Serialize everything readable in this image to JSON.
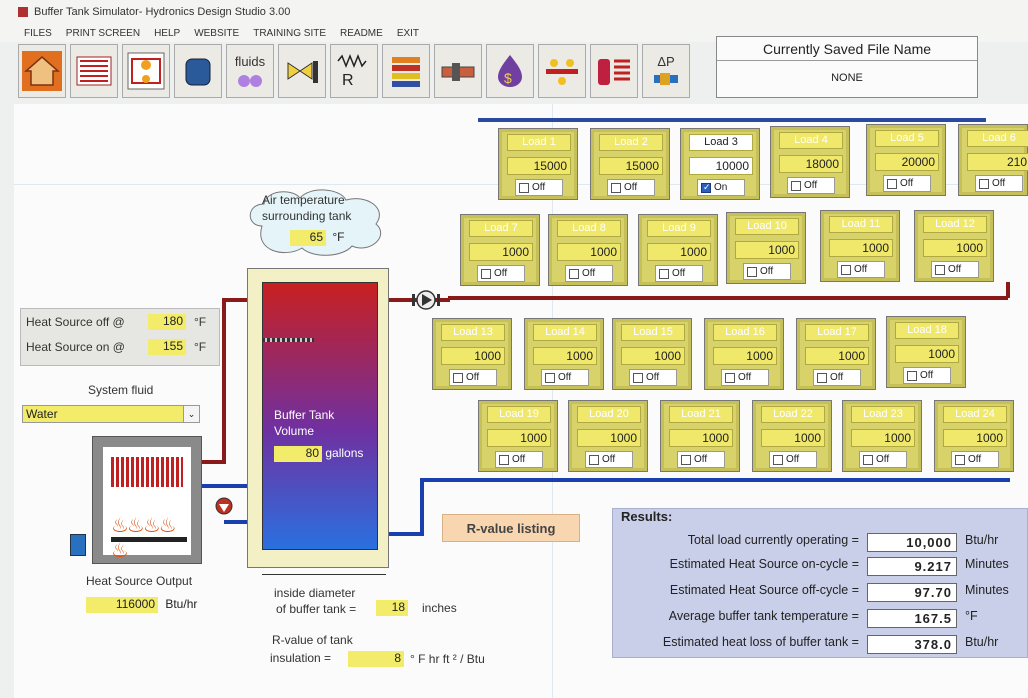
{
  "window": {
    "title": "Buffer Tank Simulator- Hydronics Design Studio 3.00"
  },
  "menu": [
    "FILES",
    "PRINT SCREEN",
    "HELP",
    "WEBSITE",
    "TRAINING SITE",
    "README",
    "EXIT"
  ],
  "toolbar": {
    "buttons": [
      {
        "icon": "house-icon"
      },
      {
        "icon": "radiant-panel-icon"
      },
      {
        "icon": "piping-diagram-icon"
      },
      {
        "icon": "expansion-tank-icon"
      },
      {
        "icon": "fluids-icon",
        "label": "fluids"
      },
      {
        "icon": "valve-length-icon"
      },
      {
        "icon": "resistance-icon"
      },
      {
        "icon": "stacked-layers-icon"
      },
      {
        "icon": "pipe-icon"
      },
      {
        "icon": "cost-icon"
      },
      {
        "icon": "manifold-icon"
      },
      {
        "icon": "tank-grid-icon"
      },
      {
        "icon": "pressure-drop-icon",
        "label": "ΔP"
      }
    ]
  },
  "saved_file": {
    "header": "Currently Saved File Name",
    "value": "NONE"
  },
  "air_temp": {
    "label_line1": "Air temperature",
    "label_line2": "surrounding tank",
    "value": "65",
    "unit": "°F"
  },
  "heat_source": {
    "off_label": "Heat Source off @",
    "off_value": "180",
    "off_unit": "°F",
    "on_label": "Heat Source on @",
    "on_value": "155",
    "on_unit": "°F"
  },
  "system_fluid": {
    "label": "System fluid",
    "value": "Water"
  },
  "tank": {
    "label_line1": "Buffer Tank",
    "label_line2": "Volume",
    "value": "80",
    "unit": "gallons"
  },
  "heat_output": {
    "label": "Heat Source Output",
    "value": "116000",
    "unit": "Btu/hr"
  },
  "diameter": {
    "label_line1": "inside diameter",
    "label_line2": "of buffer tank =",
    "value": "18",
    "unit": "inches"
  },
  "rvalue": {
    "label_line1": "R-value of tank",
    "label_line2": "insulation =",
    "value": "8",
    "unit": "° F hr ft ² / Btu"
  },
  "rvalue_button": "R-value listing",
  "results": {
    "title": "Results:",
    "rows": [
      {
        "label": "Total load currently operating =",
        "value": "10,000",
        "unit": "Btu/hr"
      },
      {
        "label": "Estimated Heat Source on-cycle =",
        "value": "9.217",
        "unit": "Minutes"
      },
      {
        "label": "Estimated Heat Source off-cycle =",
        "value": "97.70",
        "unit": "Minutes"
      },
      {
        "label": "Average buffer tank temperature =",
        "value": "167.5",
        "unit": "°F"
      },
      {
        "label": "Estimated heat loss of buffer tank =",
        "value": "378.0",
        "unit": "Btu/hr"
      }
    ]
  },
  "loads": [
    {
      "name": "Load 1",
      "value": "15000",
      "toggle": "Off",
      "on": false
    },
    {
      "name": "Load 2",
      "value": "15000",
      "toggle": "Off",
      "on": false
    },
    {
      "name": "Load 3",
      "value": "10000",
      "toggle": "On",
      "on": true
    },
    {
      "name": "Load 4",
      "value": "18000",
      "toggle": "Off",
      "on": false
    },
    {
      "name": "Load 5",
      "value": "20000",
      "toggle": "Off",
      "on": false
    },
    {
      "name": "Load 6",
      "value": "210",
      "toggle": "Off",
      "on": false
    },
    {
      "name": "Load 7",
      "value": "1000",
      "toggle": "Off",
      "on": false
    },
    {
      "name": "Load 8",
      "value": "1000",
      "toggle": "Off",
      "on": false
    },
    {
      "name": "Load 9",
      "value": "1000",
      "toggle": "Off",
      "on": false
    },
    {
      "name": "Load 10",
      "value": "1000",
      "toggle": "Off",
      "on": false
    },
    {
      "name": "Load 11",
      "value": "1000",
      "toggle": "Off",
      "on": false
    },
    {
      "name": "Load 12",
      "value": "1000",
      "toggle": "Off",
      "on": false
    },
    {
      "name": "Load 13",
      "value": "1000",
      "toggle": "Off",
      "on": false
    },
    {
      "name": "Load 14",
      "value": "1000",
      "toggle": "Off",
      "on": false
    },
    {
      "name": "Load 15",
      "value": "1000",
      "toggle": "Off",
      "on": false
    },
    {
      "name": "Load 16",
      "value": "1000",
      "toggle": "Off",
      "on": false
    },
    {
      "name": "Load 17",
      "value": "1000",
      "toggle": "Off",
      "on": false
    },
    {
      "name": "Load 18",
      "value": "1000",
      "toggle": "Off",
      "on": false
    },
    {
      "name": "Load 19",
      "value": "1000",
      "toggle": "Off",
      "on": false
    },
    {
      "name": "Load 20",
      "value": "1000",
      "toggle": "Off",
      "on": false
    },
    {
      "name": "Load 21",
      "value": "1000",
      "toggle": "Off",
      "on": false
    },
    {
      "name": "Load 22",
      "value": "1000",
      "toggle": "Off",
      "on": false
    },
    {
      "name": "Load 23",
      "value": "1000",
      "toggle": "Off",
      "on": false
    },
    {
      "name": "Load 24",
      "value": "1000",
      "toggle": "Off",
      "on": false
    }
  ]
}
